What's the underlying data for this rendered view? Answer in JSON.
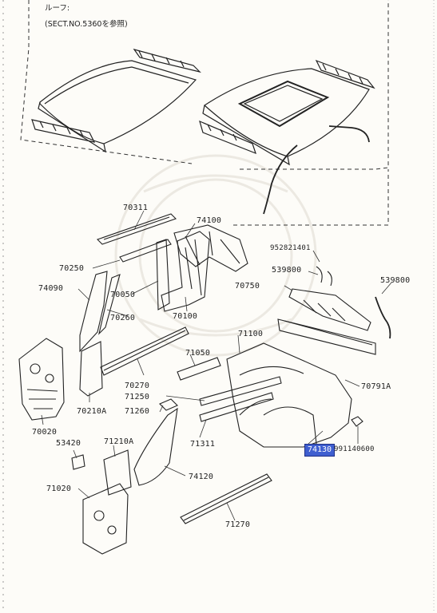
{
  "header": {
    "section_title": "ルーフ:",
    "section_ref": "(SECT.NO.5360を参照)"
  },
  "highlight": {
    "part_number": "74130",
    "color": "#3f5fd0"
  },
  "part_labels": {
    "p70311": "70311",
    "p74100": "74100",
    "p70250": "70250",
    "p74090": "74090",
    "p70050": "70050",
    "p70100": "70100",
    "p70260": "70260",
    "p952821401": "952821401",
    "p539800_a": "539800",
    "p70750": "70750",
    "p539800_b": "539800",
    "p71100": "71100",
    "p70020": "70020",
    "p71050": "71050",
    "p70270": "70270",
    "p71250": "71250",
    "p71260": "71260",
    "p70210a": "70210A",
    "p70791a": "70791A",
    "p71311": "71311",
    "p991140600": "991140600",
    "p53420": "53420",
    "p71210a": "71210A",
    "p74120": "74120",
    "p71020": "71020",
    "p71270": "71270"
  }
}
